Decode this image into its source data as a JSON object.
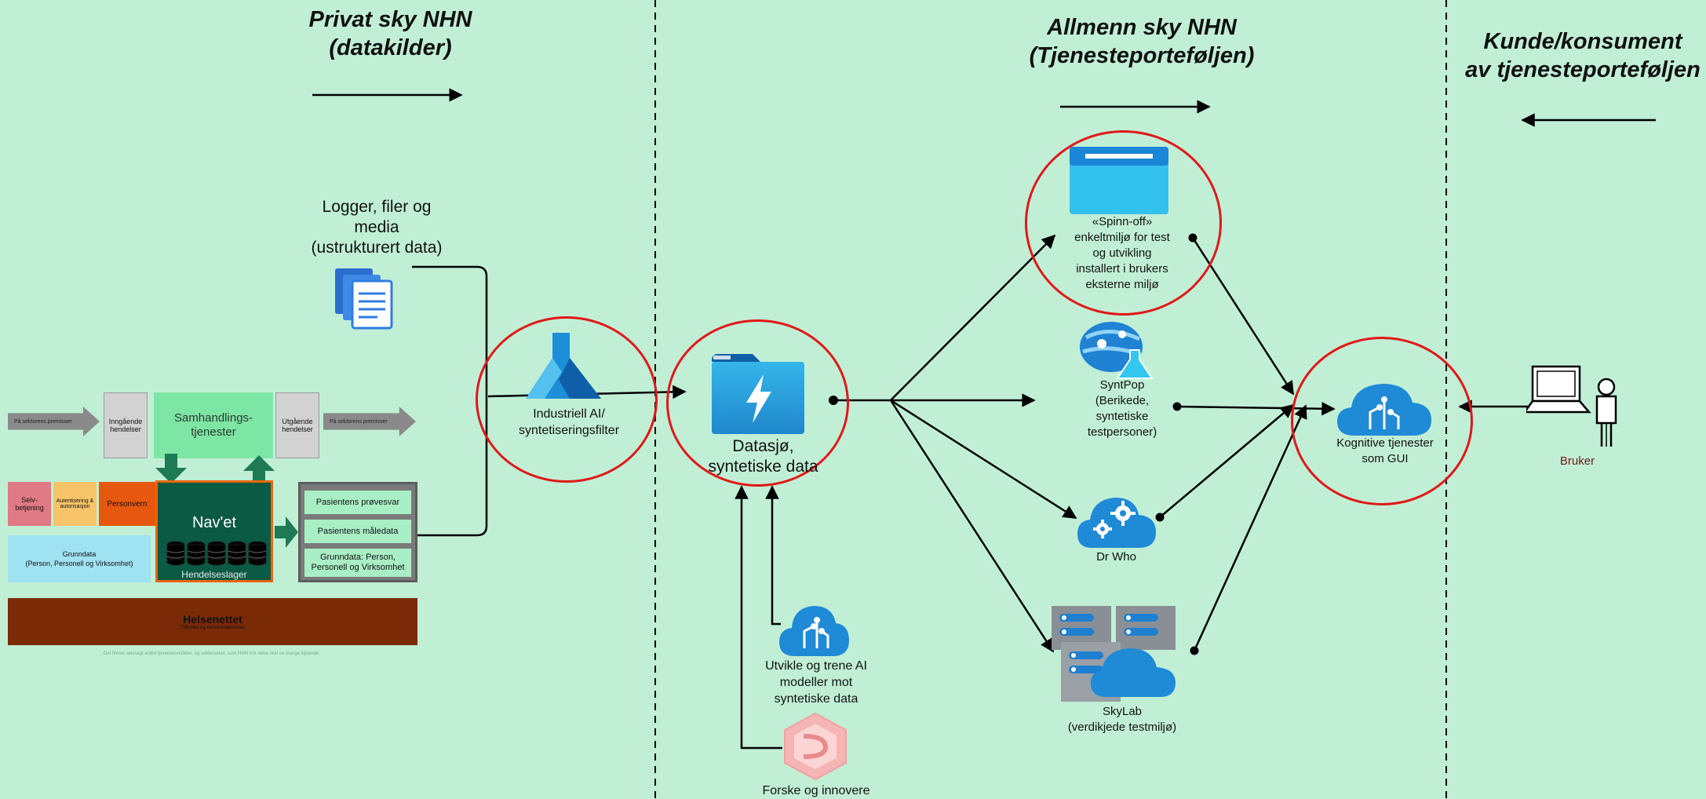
{
  "sections": {
    "private_title": "Privat sky NHN",
    "private_subtitle": "(datakilder)",
    "public_title": "Allmenn sky NHN",
    "public_subtitle": "(Tjenesteporteføljen)",
    "customer_title": "Kunde/konsument",
    "customer_subtitle": "av tjenesteporteføljen"
  },
  "nodes": {
    "logs_line1": "Logger, filer og",
    "logs_line2": "media",
    "logs_line3": "(ustrukturert data)",
    "filter_line1": "Industriell AI/",
    "filter_line2": "syntetiseringsfilter",
    "lake_line1": "Datasjø,",
    "lake_line2": "syntetiske data",
    "train_line1": "Utvikle og trene AI",
    "train_line2": "modeller mot",
    "train_line3": "syntetiske data",
    "research_line1": "Forske og innovere",
    "spinoff_line1": "«Spinn-off»",
    "spinoff_line2": "enkeltmiljø for test",
    "spinoff_line3": "og utvikling",
    "spinoff_line4": "installert i brukers",
    "spinoff_line5": "eksterne miljø",
    "syntpop_line1": "SyntPop",
    "syntpop_line2": "(Berikede,",
    "syntpop_line3": "syntetiske",
    "syntpop_line4": "testpersoner)",
    "drwho_line1": "Dr Who",
    "skylab_line1": "SkyLab",
    "skylab_line2": "(verdikjede testmiljø)",
    "cognitive_line1": "Kognitive tjenester",
    "cognitive_line2": "som GUI",
    "user_label": "Bruker"
  },
  "nhn_diagram": {
    "left_arrow": "På sektorens premisser",
    "right_arrow": "På sektorens premisser",
    "incoming": "Inngående hendelser",
    "samhandling_line1": "Samhandlings-",
    "samhandling_line2": "tjenester",
    "outgoing": "Utgående hendelser",
    "selvbetjening": "Selv-betjening",
    "autentisering": "Autentisering & autorisasjon",
    "personvern": "Personvern",
    "navet": "Nav'et",
    "hendelseslager": "Hendelseslager",
    "grunndata_line1": "Grunndata",
    "grunndata_line2": "(Person, Personell og Virksomhet)",
    "provesvar": "Pasientens prøvesvar",
    "maledata": "Pasientens måledata",
    "grunndata2_line1": "Grunndata: Person,",
    "grunndata2_line2": "Personell og Virksomhet",
    "helsenettet": "Helsenettet",
    "helsenettet_sub": "(Tilkobler og nettverkstjenester)",
    "footnote": "Det finnes selvsagt andre tjenesteområder, og sektorsaker, som NHN tror dette skal se mange lignende."
  },
  "colors": {
    "background": "#c1efd6",
    "highlight_circle": "#e01818",
    "azure_blue": "#1c8fd8"
  }
}
